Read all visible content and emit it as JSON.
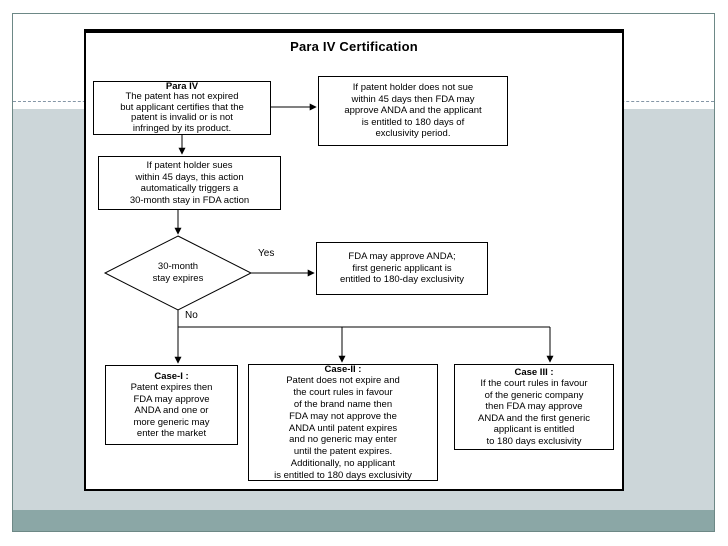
{
  "slide": {
    "title": "Para IV Certification",
    "colors": {
      "slide_background_top": "#ffffff",
      "slide_background_lower": "#ccd6d9",
      "footer_band": "#8ba7a6",
      "slide_border": "#6d8886",
      "box_border": "#000000",
      "text": "#000000"
    },
    "boxes": {
      "para_iv": {
        "heading": "Para IV",
        "body": "The patent has not expired\nbut applicant certifies that the\npatent is invalid or is not\ninfringed by its product."
      },
      "no_sue": {
        "body": "If patent holder does not sue\nwithin 45 days then FDA may\napprove ANDA and the applicant\nis entitled to 180 days of\nexclusivity period."
      },
      "sues": {
        "body": "If patent holder sues\nwithin 45 days, this action\nautomatically triggers a\n30-month stay in FDA action"
      },
      "decision": {
        "body": "30-month\nstay expires"
      },
      "fda_approve": {
        "body": "FDA may approve ANDA;\nfirst generic applicant is\nentitled to 180-day exclusivity"
      },
      "case1": {
        "heading": "Case-I :",
        "body": "Patent expires then\nFDA may approve\nANDA and one or\nmore generic may\nenter the market"
      },
      "case2": {
        "heading": "Case-II :",
        "body": "Patent does not expire and\nthe court rules in favour\nof the brand name then\nFDA may not approve the\nANDA until patent expires\nand no generic may enter\nuntil the patent expires.\nAdditionally, no applicant\nis entitled to 180 days exclusivity"
      },
      "case3": {
        "heading": "Case III :",
        "body": "If the court rules in favour\nof the generic company\nthen FDA may approve\nANDA and the first generic\napplicant is entitled\nto 180 days exclusivity"
      }
    },
    "labels": {
      "yes": "Yes",
      "no": "No"
    }
  }
}
